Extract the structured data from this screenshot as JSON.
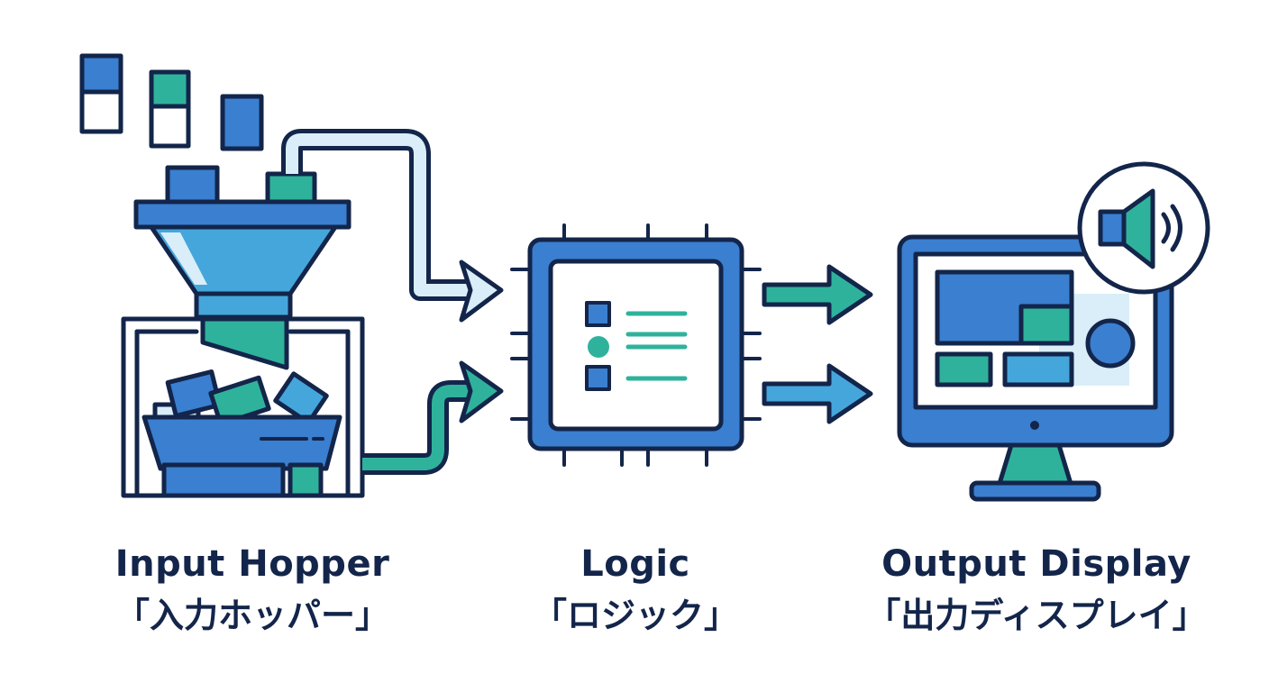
{
  "stages": [
    {
      "id": "input",
      "title": "Input Hopper",
      "subtitle": "「入力ホッパー」",
      "icon": "hopper-icon"
    },
    {
      "id": "logic",
      "title": "Logic",
      "subtitle": "「ロジック」",
      "icon": "chip-icon"
    },
    {
      "id": "output",
      "title": "Output Display",
      "subtitle": "「出力ディスプレイ」",
      "icon": "monitor-icon"
    }
  ],
  "colors": {
    "outline": "#13254a",
    "blue": "#3a7fd0",
    "light_blue": "#45a6dc",
    "teal": "#2fb29c",
    "pale": "#d9eef8"
  }
}
